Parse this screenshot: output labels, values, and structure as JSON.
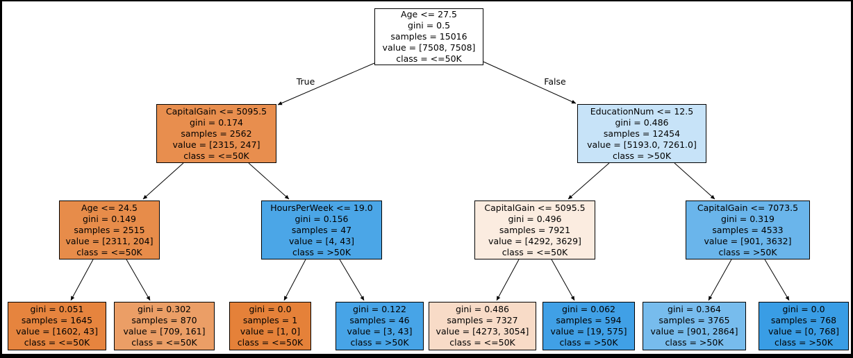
{
  "figure": {
    "background": "#ffffff",
    "frame_color": "#000000",
    "edge_color": "#000000"
  },
  "class_colors": {
    "le50K_pure": "#e58139",
    "gt50K_pure": "#399de5",
    "root_tie": "#ffffff"
  },
  "edge_labels": {
    "true_label": "True",
    "false_label": "False"
  },
  "edges": [
    {
      "from": "root",
      "to": "capitalgain-l2-left",
      "label": "True"
    },
    {
      "from": "root",
      "to": "educationnum-l2-right",
      "label": "False"
    },
    {
      "from": "capitalgain-l2-left",
      "to": "age-l3-1",
      "label": ""
    },
    {
      "from": "capitalgain-l2-left",
      "to": "hoursperweek-l3-2",
      "label": ""
    },
    {
      "from": "educationnum-l2-right",
      "to": "capitalgain-l3-3",
      "label": ""
    },
    {
      "from": "educationnum-l2-right",
      "to": "capitalgain-l3-4",
      "label": ""
    },
    {
      "from": "age-l3-1",
      "to": "leaf-1",
      "label": ""
    },
    {
      "from": "age-l3-1",
      "to": "leaf-2",
      "label": ""
    },
    {
      "from": "hoursperweek-l3-2",
      "to": "leaf-3",
      "label": ""
    },
    {
      "from": "hoursperweek-l3-2",
      "to": "leaf-4",
      "label": ""
    },
    {
      "from": "capitalgain-l3-3",
      "to": "leaf-5",
      "label": ""
    },
    {
      "from": "capitalgain-l3-3",
      "to": "leaf-6",
      "label": ""
    },
    {
      "from": "capitalgain-l3-4",
      "to": "leaf-7",
      "label": ""
    },
    {
      "from": "capitalgain-l3-4",
      "to": "leaf-8",
      "label": ""
    }
  ],
  "nodes": [
    {
      "id": "root",
      "condition": "Age <= 27.5",
      "gini": "gini = 0.5",
      "samples": "samples = 15016",
      "value": "value = [7508, 7508]",
      "class": "class = <=50K",
      "fill": "#ffffff"
    },
    {
      "id": "capitalgain-l2-left",
      "condition": "CapitalGain <= 5095.5",
      "gini": "gini = 0.174",
      "samples": "samples = 2562",
      "value": "value = [2315, 247]",
      "class": "class = <=50K",
      "fill": "#e88e4e"
    },
    {
      "id": "educationnum-l2-right",
      "condition": "EducationNum <= 12.5",
      "gini": "gini = 0.486",
      "samples": "samples = 12454",
      "value": "value = [5193.0, 7261.0]",
      "class": "class = >50K",
      "fill": "#c7e3f8"
    },
    {
      "id": "age-l3-1",
      "condition": "Age <= 24.5",
      "gini": "gini = 0.149",
      "samples": "samples = 2515",
      "value": "value = [2311, 204]",
      "class": "class = <=50K",
      "fill": "#e78c4a"
    },
    {
      "id": "hoursperweek-l3-2",
      "condition": "HoursPerWeek <= 19.0",
      "gini": "gini = 0.156",
      "samples": "samples = 47",
      "value": "value = [4, 43]",
      "class": "class = >50K",
      "fill": "#4ba6e7"
    },
    {
      "id": "capitalgain-l3-3",
      "condition": "CapitalGain <= 5095.5",
      "gini": "gini = 0.496",
      "samples": "samples = 7921",
      "value": "value = [4292, 3629]",
      "class": "class = <=50K",
      "fill": "#fbece0"
    },
    {
      "id": "capitalgain-l3-4",
      "condition": "CapitalGain <= 7073.5",
      "gini": "gini = 0.319",
      "samples": "samples = 4533",
      "value": "value = [901, 3632]",
      "class": "class = >50K",
      "fill": "#6ab5eb"
    },
    {
      "id": "leaf-1",
      "gini": "gini = 0.051",
      "samples": "samples = 1645",
      "value": "value = [1602, 43]",
      "class": "class = <=50K",
      "fill": "#e6843e"
    },
    {
      "id": "leaf-2",
      "gini": "gini = 0.302",
      "samples": "samples = 870",
      "value": "value = [709, 161]",
      "class": "class = <=50K",
      "fill": "#eb9e66"
    },
    {
      "id": "leaf-3",
      "gini": "gini = 0.0",
      "samples": "samples = 1",
      "value": "value = [1, 0]",
      "class": "class = <=50K",
      "fill": "#e58139"
    },
    {
      "id": "leaf-4",
      "gini": "gini = 0.122",
      "samples": "samples = 46",
      "value": "value = [3, 43]",
      "class": "class = >50K",
      "fill": "#47a4e7"
    },
    {
      "id": "leaf-5",
      "gini": "gini = 0.486",
      "samples": "samples = 7327",
      "value": "value = [4273, 3054]",
      "class": "class = <=50K",
      "fill": "#f8dbc7"
    },
    {
      "id": "leaf-6",
      "gini": "gini = 0.062",
      "samples": "samples = 594",
      "value": "value = [19, 575]",
      "class": "class = >50K",
      "fill": "#40a0e6"
    },
    {
      "id": "leaf-7",
      "gini": "gini = 0.364",
      "samples": "samples = 3765",
      "value": "value = [901, 2864]",
      "class": "class = >50K",
      "fill": "#77bced"
    },
    {
      "id": "leaf-8",
      "gini": "gini = 0.0",
      "samples": "samples = 768",
      "value": "value = [0, 768]",
      "class": "class = >50K",
      "fill": "#399de5"
    }
  ]
}
